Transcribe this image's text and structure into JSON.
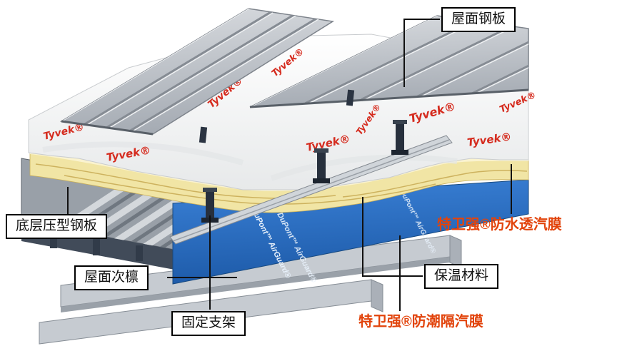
{
  "labels": {
    "roof_panel": "屋面钢板",
    "bottom_deck": "底层压型钢板",
    "secondary_purlin": "屋面次檩",
    "fixed_bracket": "固定支架",
    "waterproof_membrane": "特卫强®防水透汽膜",
    "insulation": "保温材料",
    "vapor_barrier": "特卫强®防潮隔汽膜"
  },
  "diagram": {
    "tyvek_logo_text": "Tyvek®",
    "dupont_text": "DuPont™ AirGuard®",
    "colors": {
      "label_red": "#e2440c",
      "tyvek_red": "#d52b1e",
      "vapor_blue": "#2a6fc4",
      "insulation_yellow": "#f1e5a5",
      "membrane_white": "#f4f5f6",
      "steel_gray": "#c3c8ce"
    }
  }
}
